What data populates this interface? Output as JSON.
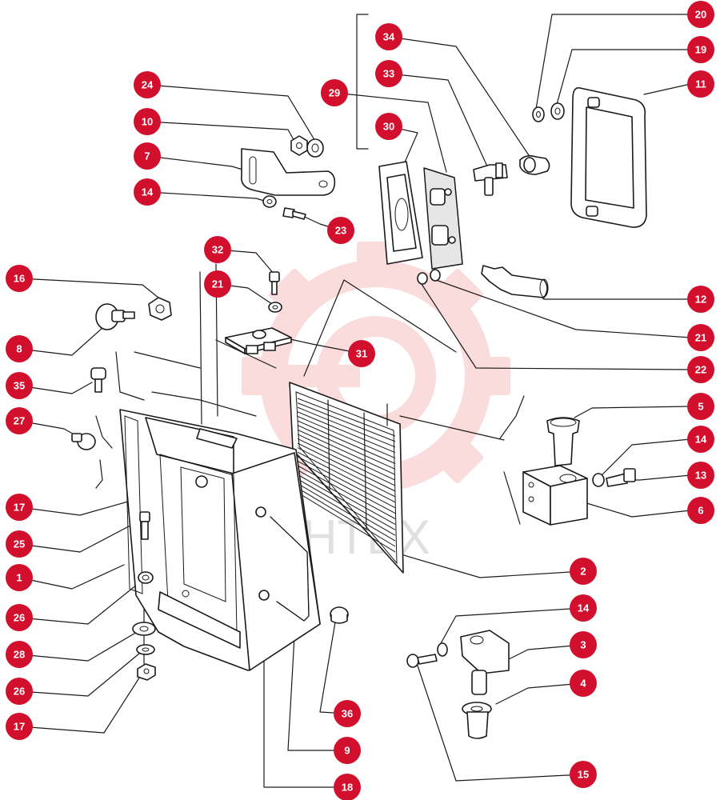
{
  "colors": {
    "badge_fill": "#d2102e",
    "badge_text": "#ffffff",
    "line": "#1a1a1a",
    "watermark_gear": "#f4a4a4"
  },
  "watermark": {
    "text": "ИНТЕХ"
  },
  "callouts": [
    {
      "id": "c-20a",
      "label": "20",
      "part": "washer"
    },
    {
      "id": "c-19",
      "label": "19",
      "part": "washer"
    },
    {
      "id": "c-34",
      "label": "34",
      "part": "spacer"
    },
    {
      "id": "c-11",
      "label": "11",
      "part": "handle"
    },
    {
      "id": "c-24",
      "label": "24",
      "part": "bushing"
    },
    {
      "id": "c-33",
      "label": "33",
      "part": "fitting"
    },
    {
      "id": "c-29",
      "label": "29",
      "part": "terminal-block"
    },
    {
      "id": "c-10",
      "label": "10",
      "part": "nut"
    },
    {
      "id": "c-30",
      "label": "30",
      "part": "gasket"
    },
    {
      "id": "c-7",
      "label": "7",
      "part": "bracket"
    },
    {
      "id": "c-14a",
      "label": "14",
      "part": "washer"
    },
    {
      "id": "c-23",
      "label": "23",
      "part": "screw"
    },
    {
      "id": "c-32",
      "label": "32",
      "part": "screw"
    },
    {
      "id": "c-16",
      "label": "16",
      "part": "nut"
    },
    {
      "id": "c-21a",
      "label": "21",
      "part": "washer"
    },
    {
      "id": "c-12",
      "label": "12",
      "part": "pin"
    },
    {
      "id": "c-8",
      "label": "8",
      "part": "knob"
    },
    {
      "id": "c-21b",
      "label": "21",
      "part": "washer"
    },
    {
      "id": "c-31",
      "label": "31",
      "part": "plate"
    },
    {
      "id": "c-22",
      "label": "22",
      "part": "washer"
    },
    {
      "id": "c-35",
      "label": "35",
      "part": "screw"
    },
    {
      "id": "c-5",
      "label": "5",
      "part": "sleeve"
    },
    {
      "id": "c-27",
      "label": "27",
      "part": "plug"
    },
    {
      "id": "c-14b",
      "label": "14",
      "part": "washer"
    },
    {
      "id": "c-13",
      "label": "13",
      "part": "bolt"
    },
    {
      "id": "c-6",
      "label": "6",
      "part": "block"
    },
    {
      "id": "c-17a",
      "label": "17",
      "part": "nut"
    },
    {
      "id": "c-25",
      "label": "25",
      "part": "screw"
    },
    {
      "id": "c-2",
      "label": "2",
      "part": "grille"
    },
    {
      "id": "c-1",
      "label": "1",
      "part": "housing"
    },
    {
      "id": "c-14c",
      "label": "14",
      "part": "washer"
    },
    {
      "id": "c-26a",
      "label": "26",
      "part": "washer"
    },
    {
      "id": "c-3",
      "label": "3",
      "part": "bracket"
    },
    {
      "id": "c-28",
      "label": "28",
      "part": "washer"
    },
    {
      "id": "c-4",
      "label": "4",
      "part": "sleeve"
    },
    {
      "id": "c-26b",
      "label": "26",
      "part": "washer"
    },
    {
      "id": "c-36",
      "label": "36",
      "part": "plug"
    },
    {
      "id": "c-17b",
      "label": "17",
      "part": "nut"
    },
    {
      "id": "c-9",
      "label": "9",
      "part": "rod"
    },
    {
      "id": "c-15",
      "label": "15",
      "part": "bolt"
    },
    {
      "id": "c-18",
      "label": "18",
      "part": "rod"
    }
  ]
}
